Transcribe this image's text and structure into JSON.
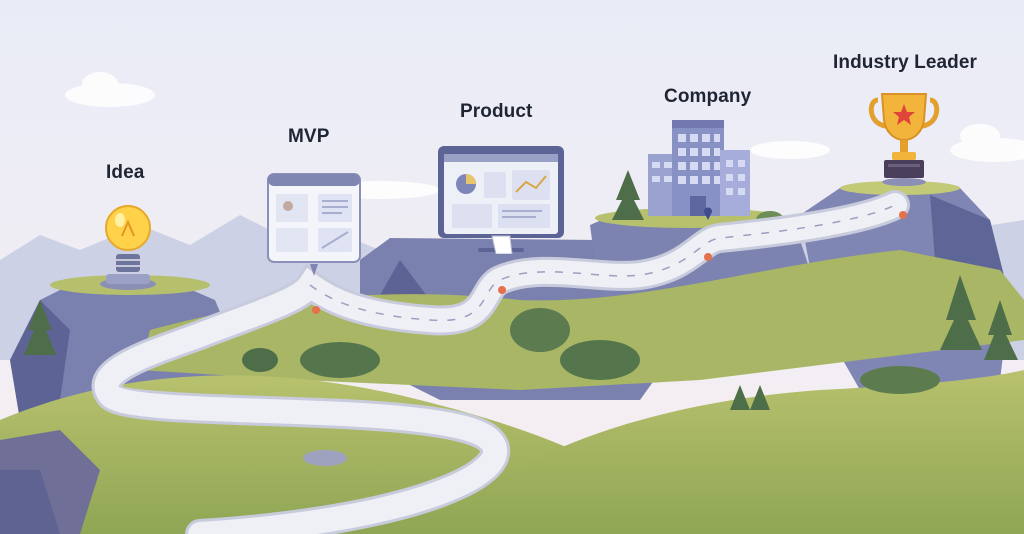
{
  "milestones": [
    {
      "key": "idea",
      "label": "Idea",
      "icon": "lightbulb-icon"
    },
    {
      "key": "mvp",
      "label": "MVP",
      "icon": "wireframe-window-icon"
    },
    {
      "key": "product",
      "label": "Product",
      "icon": "dashboard-monitor-icon"
    },
    {
      "key": "company",
      "label": "Company",
      "icon": "office-building-icon"
    },
    {
      "key": "leader",
      "label": "Industry Leader",
      "icon": "trophy-icon"
    }
  ],
  "colors": {
    "sky_top": "#e9ecf7",
    "sky_bottom": "#f6eef0",
    "mountain_far": "#c9cde3",
    "rock": "#7a80ae",
    "rock_dark": "#5b6294",
    "grass": "#a7b463",
    "grass_dark": "#7f9a48",
    "road": "#eceef5",
    "road_edge": "#c7cadb",
    "tree": "#4f6f4a",
    "trophy": "#f2b43a",
    "bulb": "#ffd24a",
    "label_text": "#1f2533"
  }
}
